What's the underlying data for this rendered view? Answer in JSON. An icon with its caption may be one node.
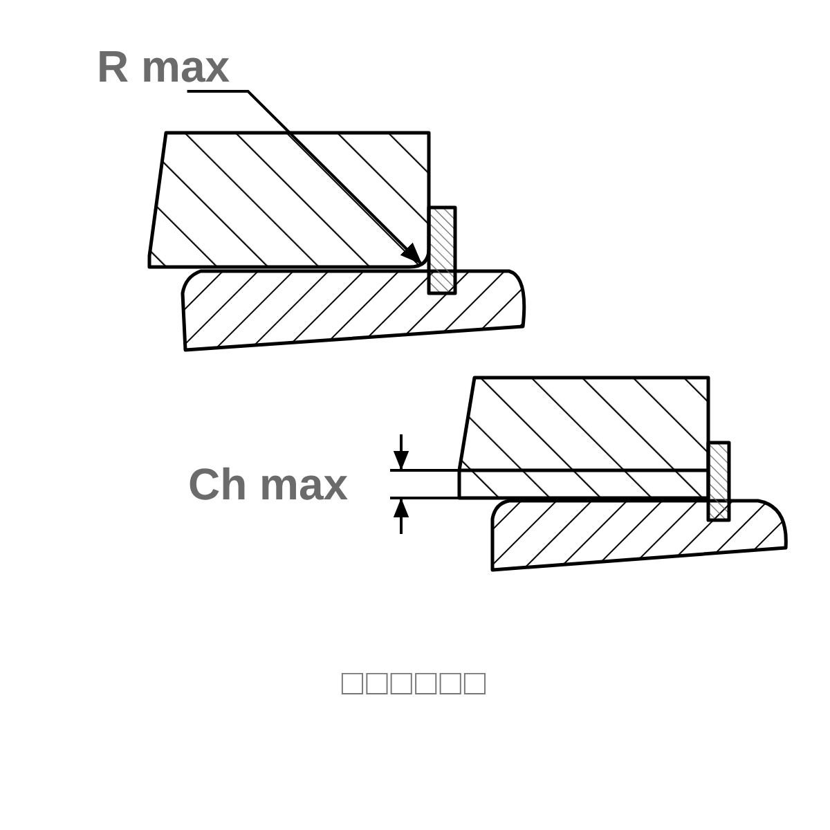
{
  "diagram": {
    "caption": "□□□□□□",
    "nodes": [
      {
        "text": [
          "R max"
        ]
      },
      {
        "text": [],
        "shape": "box"
      }
    ],
    "edges": [
      {
        "from": 0,
        "to": 1,
        "arrow": "to"
      }
    ],
    "labels": [
      "Ch max"
    ]
  }
}
